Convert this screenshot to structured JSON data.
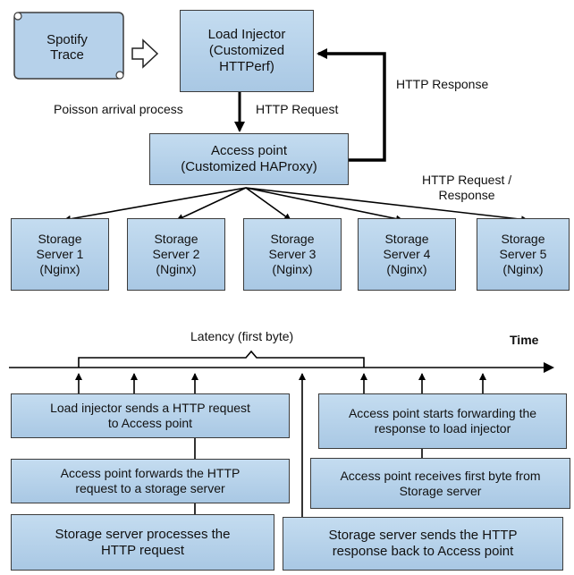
{
  "top_diagram": {
    "trace": "Spotify\nTrace",
    "load_injector": "Load Injector\n(Customized\nHTTPerf)",
    "access_point": "Access point\n(Customized HAProxy)",
    "servers": [
      "Storage\nServer 1\n(Nginx)",
      "Storage\nServer 2\n(Nginx)",
      "Storage\nServer 3\n(Nginx)",
      "Storage\nServer 4\n(Nginx)",
      "Storage\nServer 5\n(Nginx)"
    ],
    "labels": {
      "poisson": "Poisson arrival process",
      "http_request": "HTTP Request",
      "http_response": "HTTP Response",
      "http_req_resp": "HTTP Request /\nResponse"
    }
  },
  "timeline": {
    "latency_label": "Latency (first byte)",
    "time_label": "Time",
    "events": [
      "Load injector sends a HTTP request\nto Access point",
      "Access point forwards the HTTP\nrequest to a storage server",
      "Storage server processes the\nHTTP request",
      "Access point starts forwarding the\nresponse to load injector",
      "Access point receives first byte from\nStorage server",
      "Storage server  sends the HTTP\nresponse back to Access point"
    ]
  },
  "colors": {
    "box_fill": "#b6d1ea",
    "line": "#000000"
  }
}
